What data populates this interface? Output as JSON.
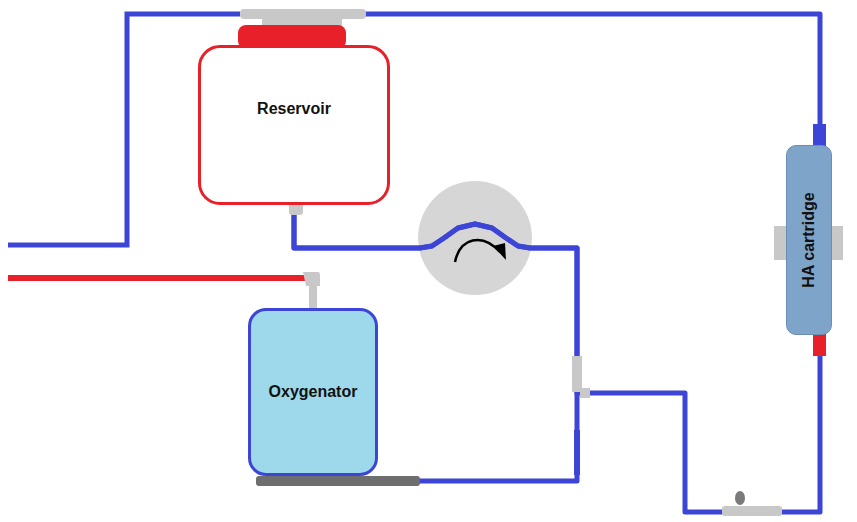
{
  "diagram": {
    "nodes": [
      {
        "text": [
          "Reservoir"
        ]
      },
      {
        "text": [
          "Oxygenator"
        ]
      },
      {
        "text": [
          "HA cartridge"
        ]
      }
    ],
    "edges": [
      {
        "from": 0,
        "to": 1,
        "arrow": "none"
      },
      {
        "from": 0,
        "to": 2,
        "arrow": "none"
      },
      {
        "from": 2,
        "to": 0,
        "arrow": "none"
      }
    ]
  }
}
